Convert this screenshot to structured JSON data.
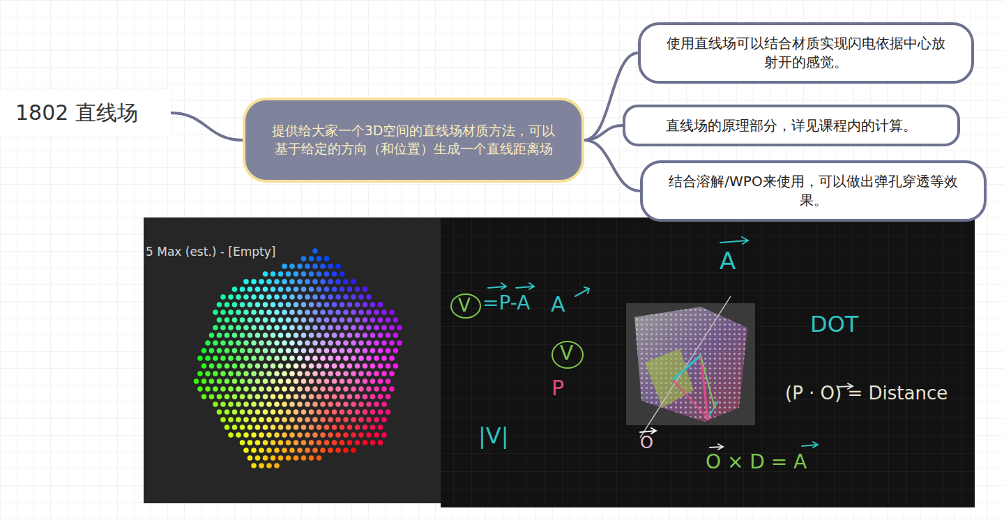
{
  "diagram": {
    "nodes": [
      {
        "text": [
          "1802 直线场"
        ]
      },
      {
        "text": [
          "提供给大家一个3D空间的直线场材质方法，可以基于给定的方向（和位置）生成一个直线距离场"
        ]
      },
      {
        "text": [
          "使用直线场可以结合材质实现闪电依据中心放射开的感觉。"
        ]
      },
      {
        "text": [
          "直线场的原理部分，详见课程内的计算。"
        ]
      },
      {
        "text": [
          "结合溶解/WPO来使用，可以做出弹孔穿透等效果。"
        ]
      }
    ],
    "edges": [
      {
        "from": 0,
        "to": 1,
        "arrow": "none"
      },
      {
        "from": 1,
        "to": 2,
        "arrow": "none"
      },
      {
        "from": 1,
        "to": 3,
        "arrow": "none"
      },
      {
        "from": 1,
        "to": 4,
        "arrow": "none"
      }
    ],
    "labels": [
      "5 Max (est.) - [Empty]",
      "V",
      "=P-A",
      "A",
      "V",
      "P",
      "|V|",
      "A",
      "DOT",
      "(P · O) = Distance",
      "O",
      "O × D = A"
    ]
  }
}
